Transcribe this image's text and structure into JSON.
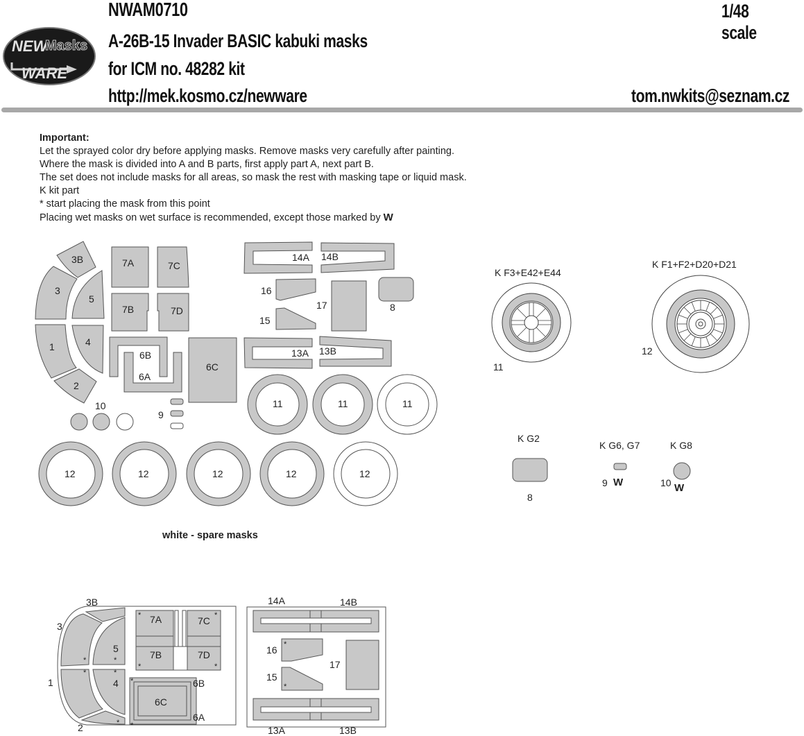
{
  "header": {
    "product_code": "NWAM0710",
    "scale": "1/48 scale",
    "title": "A-26B-15 Invader BASIC  kabuki masks",
    "kit": "for ICM no. 48282 kit",
    "url": "http://mek.kosmo.cz/newware",
    "email": "tom.nwkits@seznam.cz",
    "logo": {
      "line1a": "NEW",
      "line1b": "Masks",
      "line2": "WARE",
      "bg_color": "#1a1a1a",
      "text_color": "#d9d9d9"
    }
  },
  "instructions": {
    "title": "Important:",
    "lines": [
      "Let the sprayed color dry before applying masks. Remove masks very carefully after painting.",
      "Where the mask is divided into A and B parts, first apply part A, next part B.",
      "The set does not include masks for all areas, so mask the rest with masking tape or liquid mask.",
      "K kit part",
      "*  start placing the mask from this point",
      "Placing wet masks on wet surface is recommended, except those marked by "
    ],
    "wet_mark_icon": "W"
  },
  "mask_sheet": {
    "mask_color": "#c8c8c8",
    "outline_color": "#555555",
    "labels": {
      "m3b": "3B",
      "m3": "3",
      "m5": "5",
      "m1": "1",
      "m4": "4",
      "m2": "2",
      "m7a": "7A",
      "m7c": "7C",
      "m7b": "7B",
      "m7d": "7D",
      "m6b": "6B",
      "m6a": "6A",
      "m6c": "6C",
      "m10": "10",
      "m9": "9",
      "m14a": "14A",
      "m14b": "14B",
      "m16": "16",
      "m15": "15",
      "m17": "17",
      "m8": "8",
      "m13a": "13A",
      "m13b": "13B",
      "m11": "11",
      "m12": "12"
    },
    "spare_note": "white - spare masks"
  },
  "kit_refs": {
    "wheel11": {
      "ref": "K F3+E42+E44",
      "num": "11"
    },
    "wheel12": {
      "ref": "K F1+F2+D20+D21",
      "num": "12"
    },
    "g2": {
      "ref": "K G2",
      "num": "8"
    },
    "g6g7": {
      "ref": "K G6, G7",
      "num": "9"
    },
    "g8": {
      "ref": "K G8",
      "num": "10"
    },
    "wet_mark": "W"
  },
  "placement": {
    "left": {
      "n3b": "3B",
      "n3": "3",
      "n1": "1",
      "n2": "2",
      "n5": "5",
      "n4": "4",
      "n7a": "7A",
      "n7c": "7C",
      "n7b": "7B",
      "n7d": "7D",
      "n6b": "6B",
      "n6c": "6C",
      "n6a": "6A"
    },
    "right": {
      "n14a": "14A",
      "n14b": "14B",
      "n16": "16",
      "n15": "15",
      "n17": "17",
      "n13a": "13A",
      "n13b": "13B"
    },
    "star": "*"
  }
}
